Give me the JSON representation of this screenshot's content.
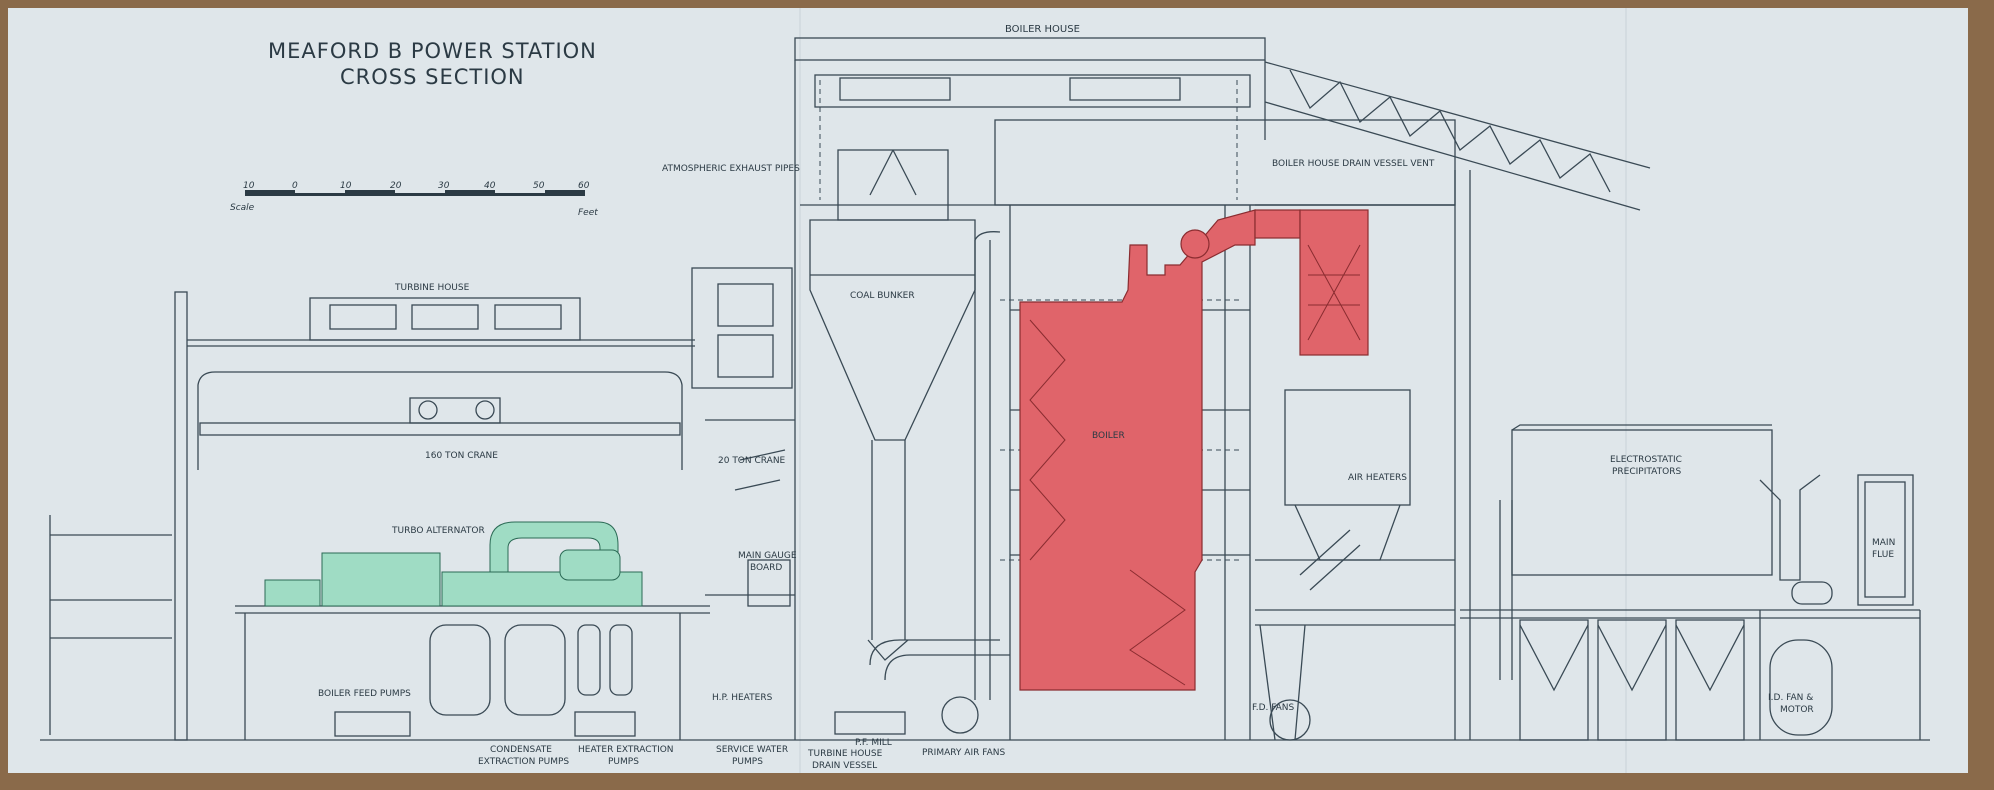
{
  "title": {
    "line1": "MEAFORD B POWER STATION",
    "line2": "CROSS SECTION"
  },
  "scale": {
    "ticks": [
      "10",
      "0",
      "10",
      "20",
      "30",
      "40",
      "50",
      "60"
    ],
    "left_label": "Scale",
    "right_label": "Feet"
  },
  "labels": {
    "boiler_house": "BOILER HOUSE",
    "atmospheric_exhaust": "ATMOSPHERIC EXHAUST PIPES",
    "drain_vent": "BOILER HOUSE DRAIN VESSEL VENT",
    "turbine_house": "TURBINE HOUSE",
    "coal_bunker": "COAL BUNKER",
    "crane_160": "160 TON CRANE",
    "crane_20": "20 TON CRANE",
    "boiler": "BOILER",
    "air_heaters": "AIR HEATERS",
    "turbo_alternator": "TURBO ALTERNATOR",
    "main_gauge_1": "MAIN GAUGE",
    "main_gauge_2": "BOARD",
    "precip_1": "ELECTROSTATIC",
    "precip_2": "PRECIPITATORS",
    "main_flue_1": "MAIN",
    "main_flue_2": "FLUE",
    "boiler_feed": "BOILER FEED PUMPS",
    "hp_heaters": "H.P. HEATERS",
    "fd_fans": "F.D. FANS",
    "id_fan_1": "I.D. FAN &",
    "id_fan_2": "MOTOR",
    "pf_mill": "P.F. MILL",
    "cond_1": "CONDENSATE",
    "cond_2": "EXTRACTION PUMPS",
    "heat_1": "HEATER EXTRACTION",
    "heat_2": "PUMPS",
    "svc_1": "SERVICE WATER",
    "svc_2": "PUMPS",
    "drain_1": "TURBINE HOUSE",
    "drain_2": "DRAIN VESSEL",
    "primary_air": "PRIMARY AIR FANS"
  },
  "colors": {
    "paper": "#dfe6ea",
    "line": "#3a4a55",
    "boiler_fill": "#e0646a",
    "turbine_fill": "#9fdcc4",
    "background": "#8a6a4a"
  }
}
